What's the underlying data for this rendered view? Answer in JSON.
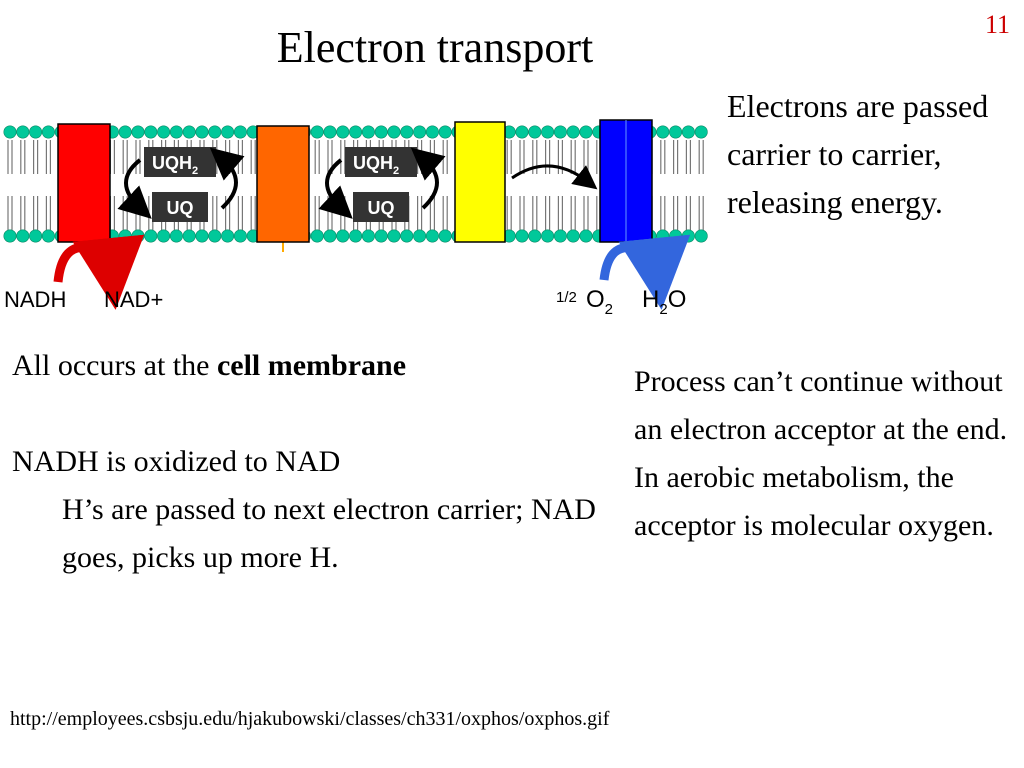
{
  "slide": {
    "number": "11",
    "title": "Electron transport"
  },
  "diagram": {
    "uqh2_base": "UQH",
    "uqh2_sub": "2",
    "uq": "UQ",
    "nadh": "NADH",
    "nad_plus": "NAD+",
    "half": "1/2",
    "o": "O",
    "o_sub": "2",
    "h": "H",
    "h_sub": "2",
    "h2o_o": "O",
    "colors": {
      "complex1": "#ff0000",
      "complex2": "#ff6600",
      "complex3": "#ffff00",
      "complex4": "#0000ff",
      "lipid_head": "#00c89a",
      "arrow_red": "#dd0000",
      "arrow_blue": "#3366dd"
    }
  },
  "notes": {
    "electrons": "Electrons are passed carrier to carrier, releasing energy.",
    "membrane_prefix": "All occurs at the ",
    "membrane_bold": "cell membrane",
    "nadh_line": "NADH is oxidized to NAD",
    "h_passed": "H’s are passed to next electron carrier; NAD goes, picks up more H.",
    "process": "Process can’t continue without an electron acceptor at the end. In aerobic metabolism, the acceptor is molecular oxygen."
  },
  "source_url": "http://employees.csbsju.edu/hjakubowski/classes/ch331/oxphos/oxphos.gif"
}
